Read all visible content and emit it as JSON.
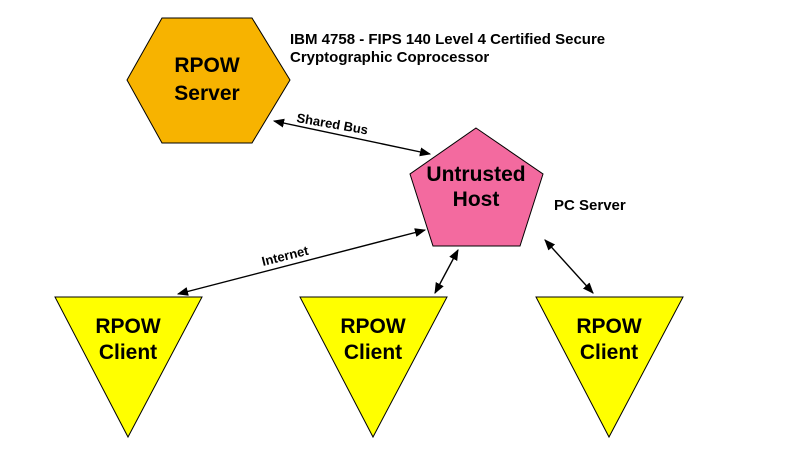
{
  "server": {
    "line1": "RPOW",
    "line2": "Server",
    "note_line1": "IBM 4758 - FIPS 140 Level 4 Certified Secure",
    "note_line2": "Cryptographic Coprocessor",
    "fill": "#f7b300"
  },
  "host": {
    "line1": "Untrusted",
    "line2": "Host",
    "note": "PC Server",
    "fill": "#f36a9f"
  },
  "clients": [
    {
      "line1": "RPOW",
      "line2": "Client"
    },
    {
      "line1": "RPOW",
      "line2": "Client"
    },
    {
      "line1": "RPOW",
      "line2": "Client"
    }
  ],
  "client_fill": "#ffff00",
  "edges": {
    "shared_bus": "Shared Bus",
    "internet": "Internet"
  }
}
